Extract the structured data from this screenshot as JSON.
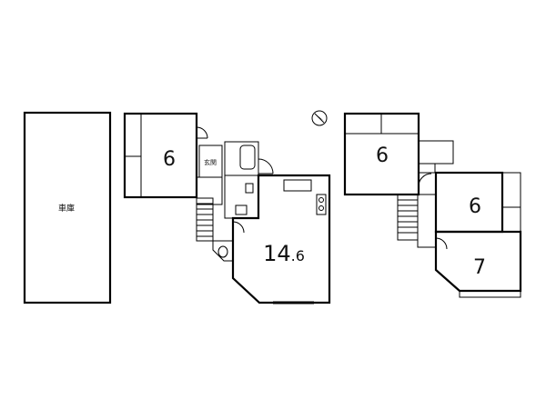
{
  "plan": {
    "garage_label": "車庫",
    "entrance_label": "玄関",
    "rooms": [
      {
        "id": "f1-west",
        "label": "6",
        "type": "tatami",
        "color": "#bdf0b0"
      },
      {
        "id": "f1-ldk",
        "label": "14.6",
        "label_main": "14",
        "label_frac": ".6",
        "type": "ldk",
        "color": "#f28a9a"
      },
      {
        "id": "f2-nw",
        "label": "6",
        "type": "tatami",
        "color": "#bdf0b0"
      },
      {
        "id": "f2-east",
        "label": "6",
        "type": "tatami",
        "color": "#bdf0b0"
      },
      {
        "id": "f2-south",
        "label": "7",
        "type": "western",
        "color": "#f7f2b0"
      }
    ],
    "colors": {
      "tatami": "#bdf0b0",
      "ldk": "#f28a9a",
      "western": "#f7f2b0",
      "wet": "#bfe6f5",
      "entrance": "#b0b0b0",
      "closet": "#e8c886",
      "stairs": "#ffffff"
    },
    "compass_icon": "north-arrow-icon"
  }
}
